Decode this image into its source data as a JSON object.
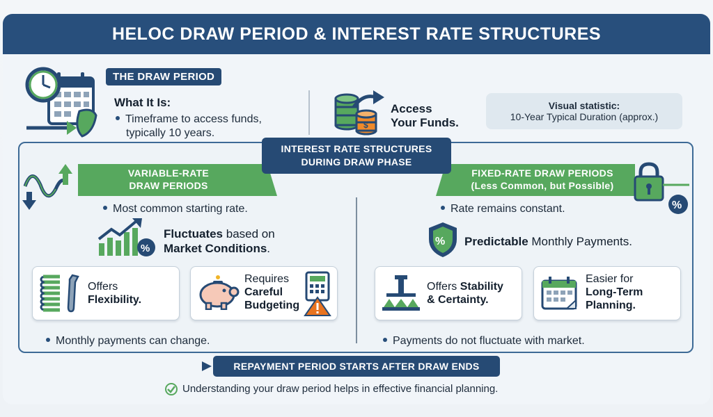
{
  "title": "HELOC DRAW PERIOD & INTEREST RATE STRUCTURES",
  "draw_period": {
    "pill": "THE DRAW PERIOD",
    "what_title": "What It Is:",
    "bullet_line1": "Timeframe to access funds,",
    "bullet_line2": "typically 10 years."
  },
  "access": {
    "line1": "Access",
    "line2": "Your Funds."
  },
  "stat": {
    "title": "Visual statistic:",
    "value": "10-Year Typical Duration (approx.)"
  },
  "center_banner": {
    "line1": "INTEREST RATE STRUCTURES",
    "line2": "DURING DRAW PHASE"
  },
  "variable": {
    "banner_line1": "VARIABLE-RATE",
    "banner_line2": "DRAW PERIODS",
    "bullet": "Most common starting rate.",
    "fluct_bold1": "Fluctuates",
    "fluct_rest1": " based on",
    "fluct_bold2": "Market Conditions",
    "fluct_rest2": ".",
    "card1_line1": "Offers",
    "card1_line2": "Flexibility.",
    "card2_line1": "Requires",
    "card2_line2": "Careful",
    "card2_line3": "Budgeting",
    "bottom_bullet": "Monthly payments can change."
  },
  "fixed": {
    "banner_line1": "FIXED-RATE DRAW PERIODS",
    "banner_line2": "(Less Common, but Possible)",
    "bullet": "Rate remains constant.",
    "pred_bold": "Predictable",
    "pred_rest": " Monthly Payments.",
    "card1_pre": "Offers ",
    "card1_bold1": "Stability",
    "card1_bold2": "& Certainty.",
    "card2_line1": "Easier for",
    "card2_line2": "Long-Term",
    "card2_line3": "Planning.",
    "bottom_bullet": "Payments do not fluctuate with market."
  },
  "repayment": "REPAYMENT PERIOD STARTS AFTER DRAW ENDS",
  "footer": "Understanding your draw period helps in effective financial planning.",
  "icons": {
    "clock_calendar": "clock-calendar-icon",
    "coins": "coins-icon",
    "wave": "rate-wave-icon",
    "chart": "growth-chart-icon",
    "spring": "spring-wrench-icon",
    "piggy": "piggy-bank-icon",
    "lock": "padlock-icon",
    "shield": "shield-percent-icon",
    "pillar": "pillar-icon",
    "calendar": "calendar-icon",
    "check": "check-circle-icon"
  },
  "colors": {
    "navy": "#264a74",
    "green": "#57a85e",
    "orange": "#e8731f"
  }
}
